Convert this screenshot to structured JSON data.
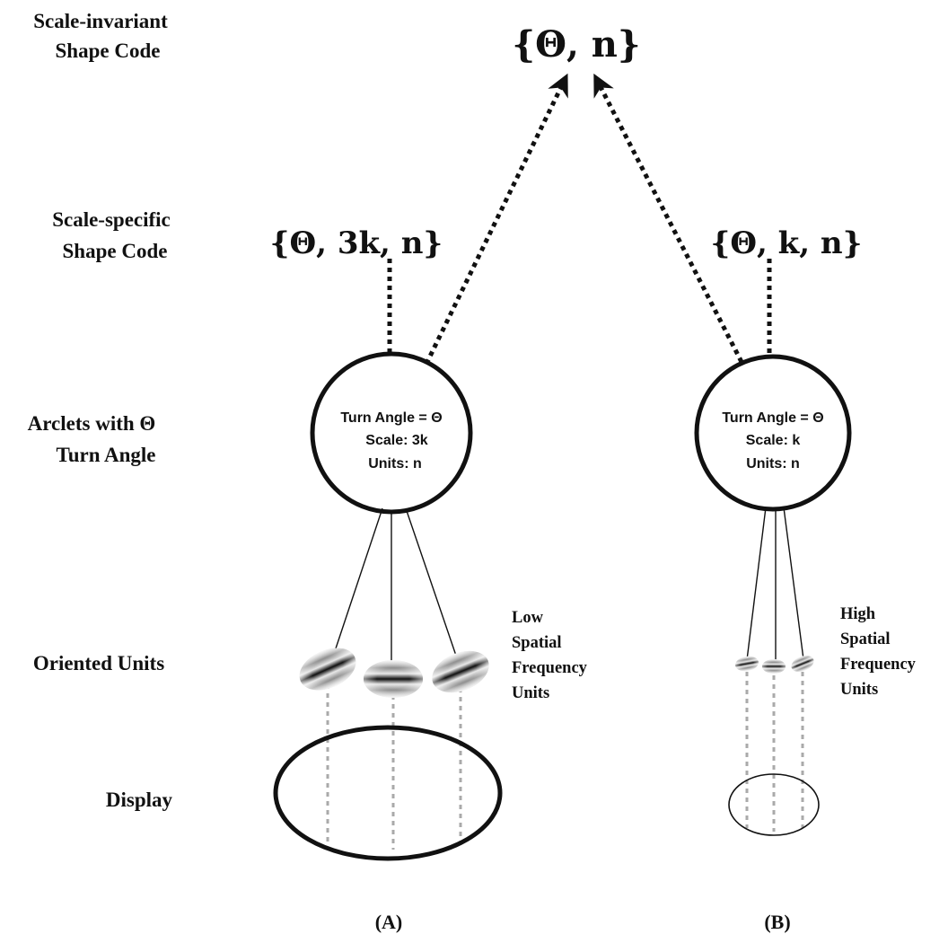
{
  "levels": {
    "invariant": [
      "Scale-invariant",
      "Shape Code"
    ],
    "specific": [
      "Scale-specific",
      "Shape Code"
    ],
    "arclets": [
      "Arclets with Θ",
      "Turn Angle"
    ],
    "units": "Oriented Units",
    "display": "Display"
  },
  "codes": {
    "invariant": "{Θ, n}",
    "a": "{Θ, 3k, n}",
    "b": "{Θ, k, n}"
  },
  "nodes": {
    "a": [
      "Turn Angle = Θ",
      "Scale: 3k",
      "Units: n"
    ],
    "b": [
      "Turn Angle = Θ",
      "Scale: k",
      "Units: n"
    ]
  },
  "notes": {
    "a": [
      "Low",
      "Spatial",
      "Frequency",
      "Units"
    ],
    "b": [
      "High",
      "Spatial",
      "Frequency",
      "Units"
    ]
  },
  "panels": {
    "a": "(A)",
    "b": "(B)"
  }
}
